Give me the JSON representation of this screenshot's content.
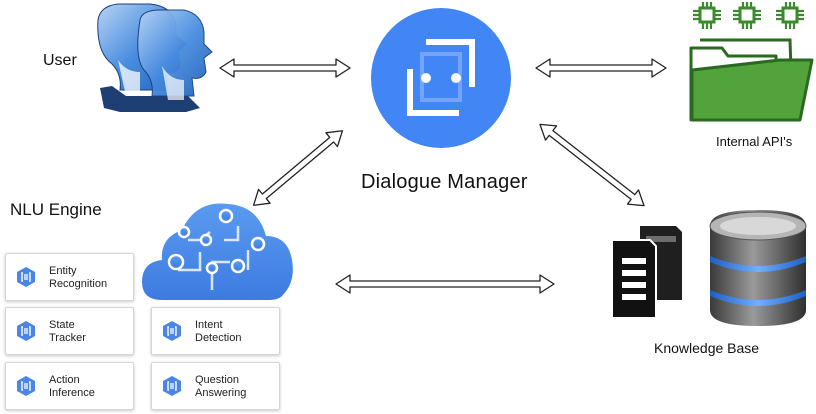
{
  "nodes": {
    "user": "User",
    "dialogue_manager": "Dialogue Manager",
    "nlu_engine": "NLU Engine",
    "internal_apis": "Internal API's",
    "knowledge_base": "Knowledge Base"
  },
  "nlu_components": [
    {
      "line1": "Entity",
      "line2": "Recognition"
    },
    {
      "line1": "State",
      "line2": "Tracker"
    },
    {
      "line1": "Action",
      "line2": "Inference"
    },
    {
      "line1": "Intent",
      "line2": "Detection"
    },
    {
      "line1": "Question",
      "line2": "Answering"
    }
  ],
  "colors": {
    "google_blue": "#4a86e8",
    "dm_blue": "#4285f4",
    "api_green": "#3c8a2e",
    "kb_dark": "#222222"
  }
}
